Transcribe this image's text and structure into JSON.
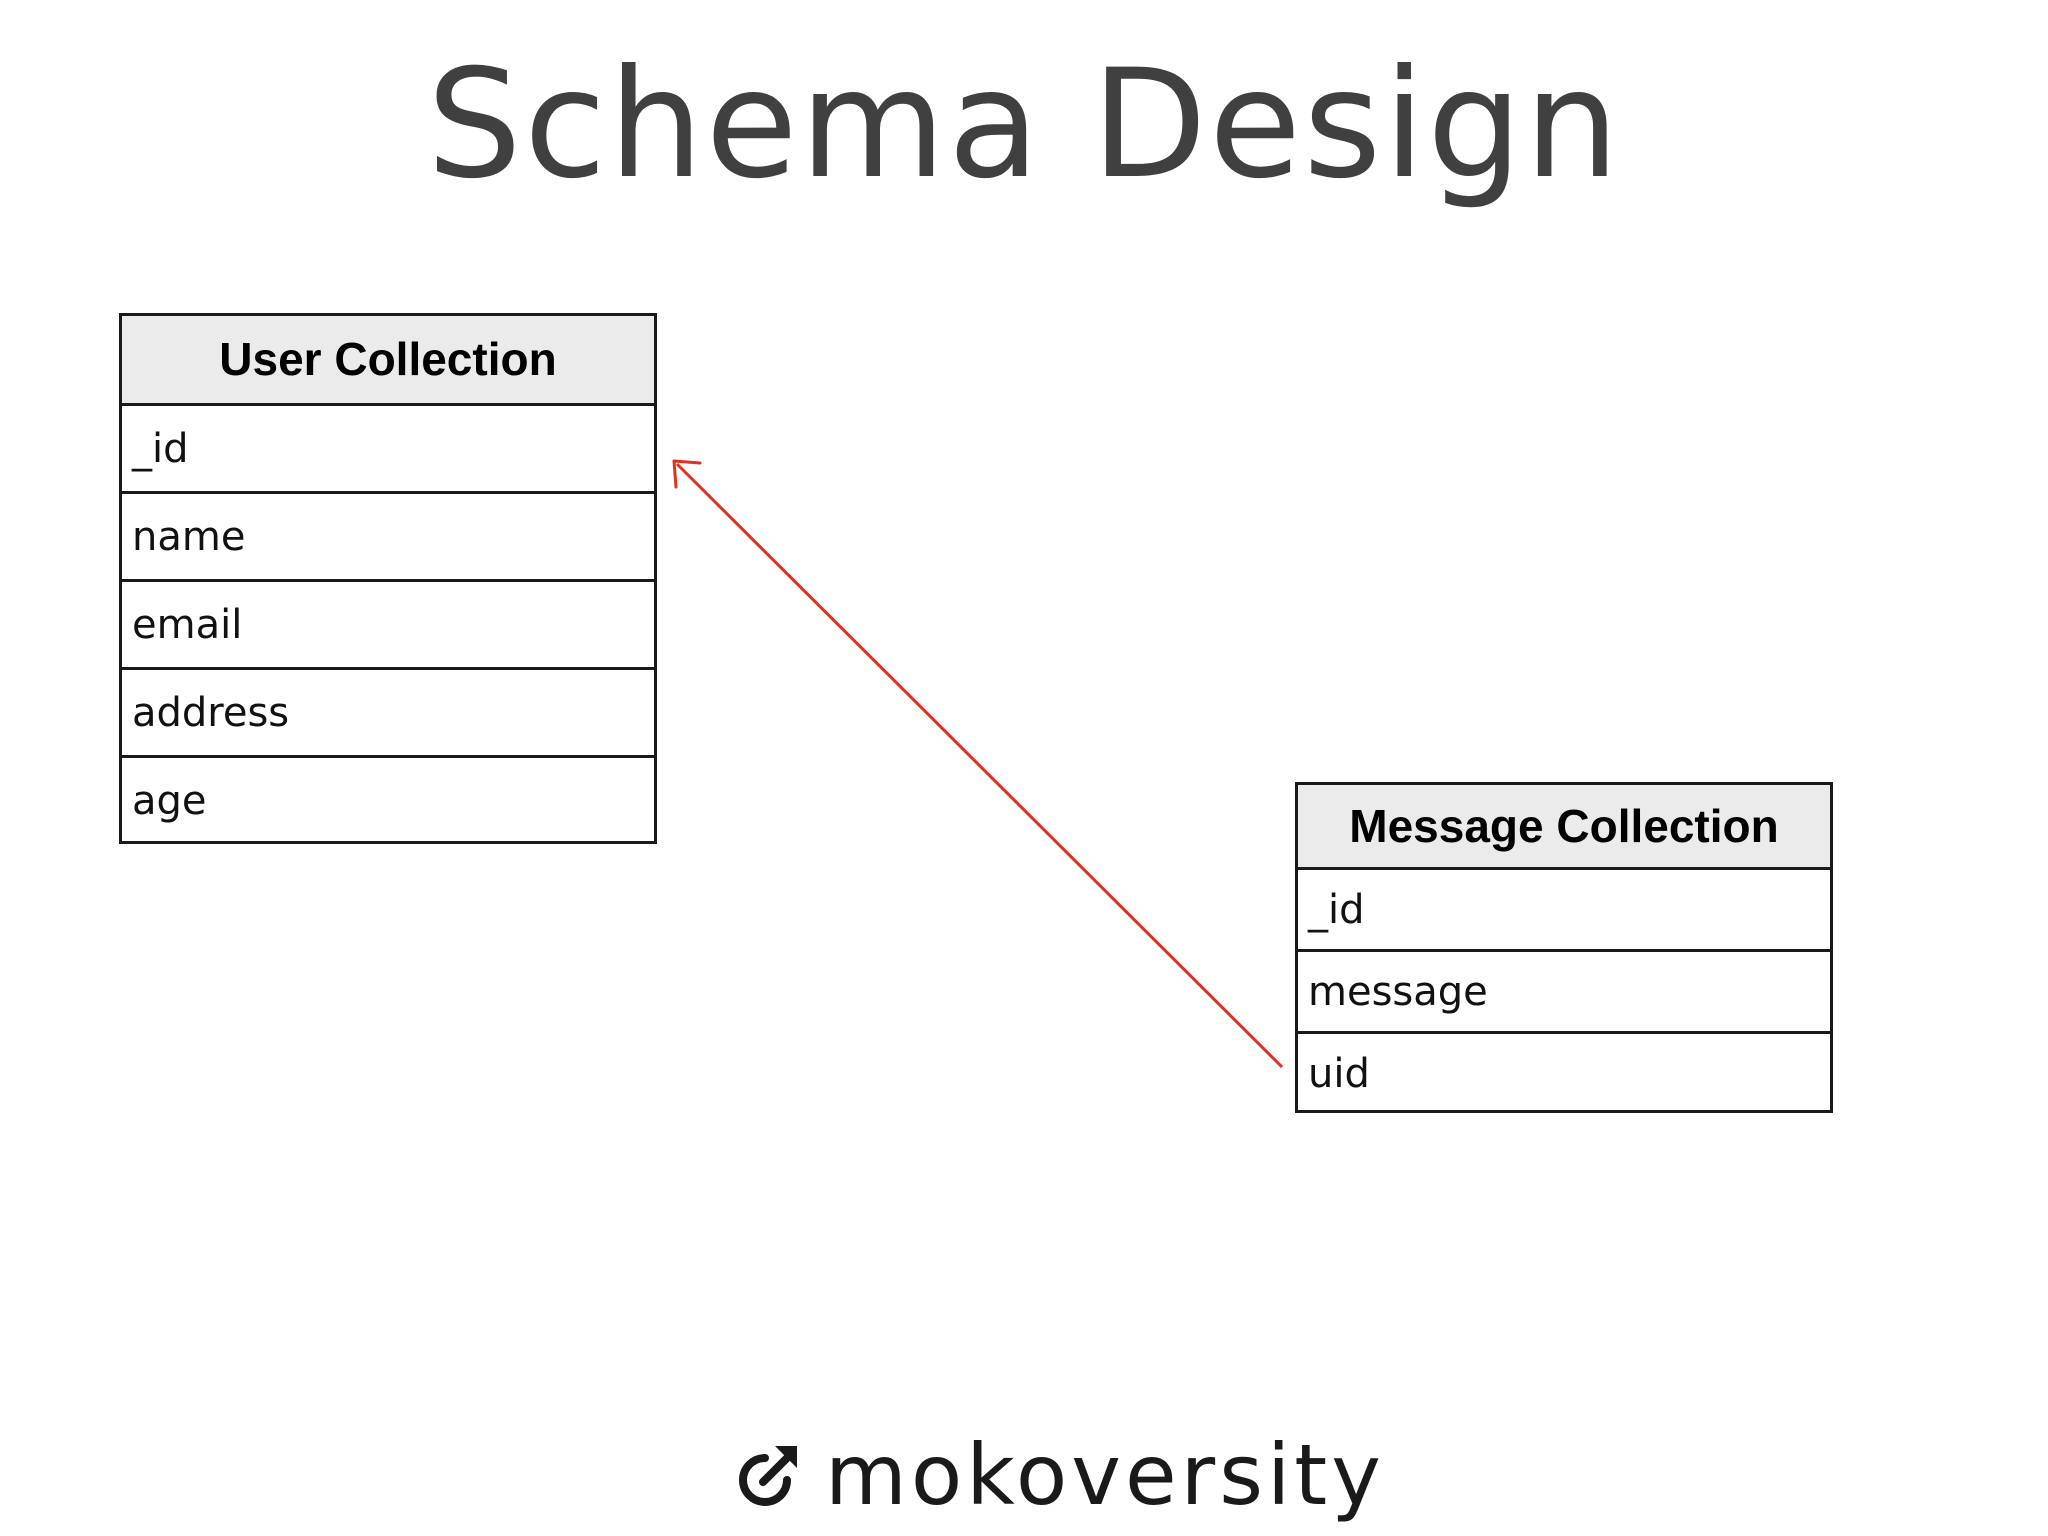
{
  "title": "Schema Design",
  "user_collection": {
    "name": "User Collection",
    "fields": [
      "_id",
      "name",
      "email",
      "address",
      "age"
    ]
  },
  "message_collection": {
    "name": "Message Collection",
    "fields": [
      "_id",
      "message",
      "uid"
    ]
  },
  "relation": {
    "from": "message_collection.uid",
    "to": "user_collection._id",
    "color": "#e0301e"
  },
  "logo": {
    "text": "mokoversity",
    "icon": "arrow-circle-icon"
  }
}
